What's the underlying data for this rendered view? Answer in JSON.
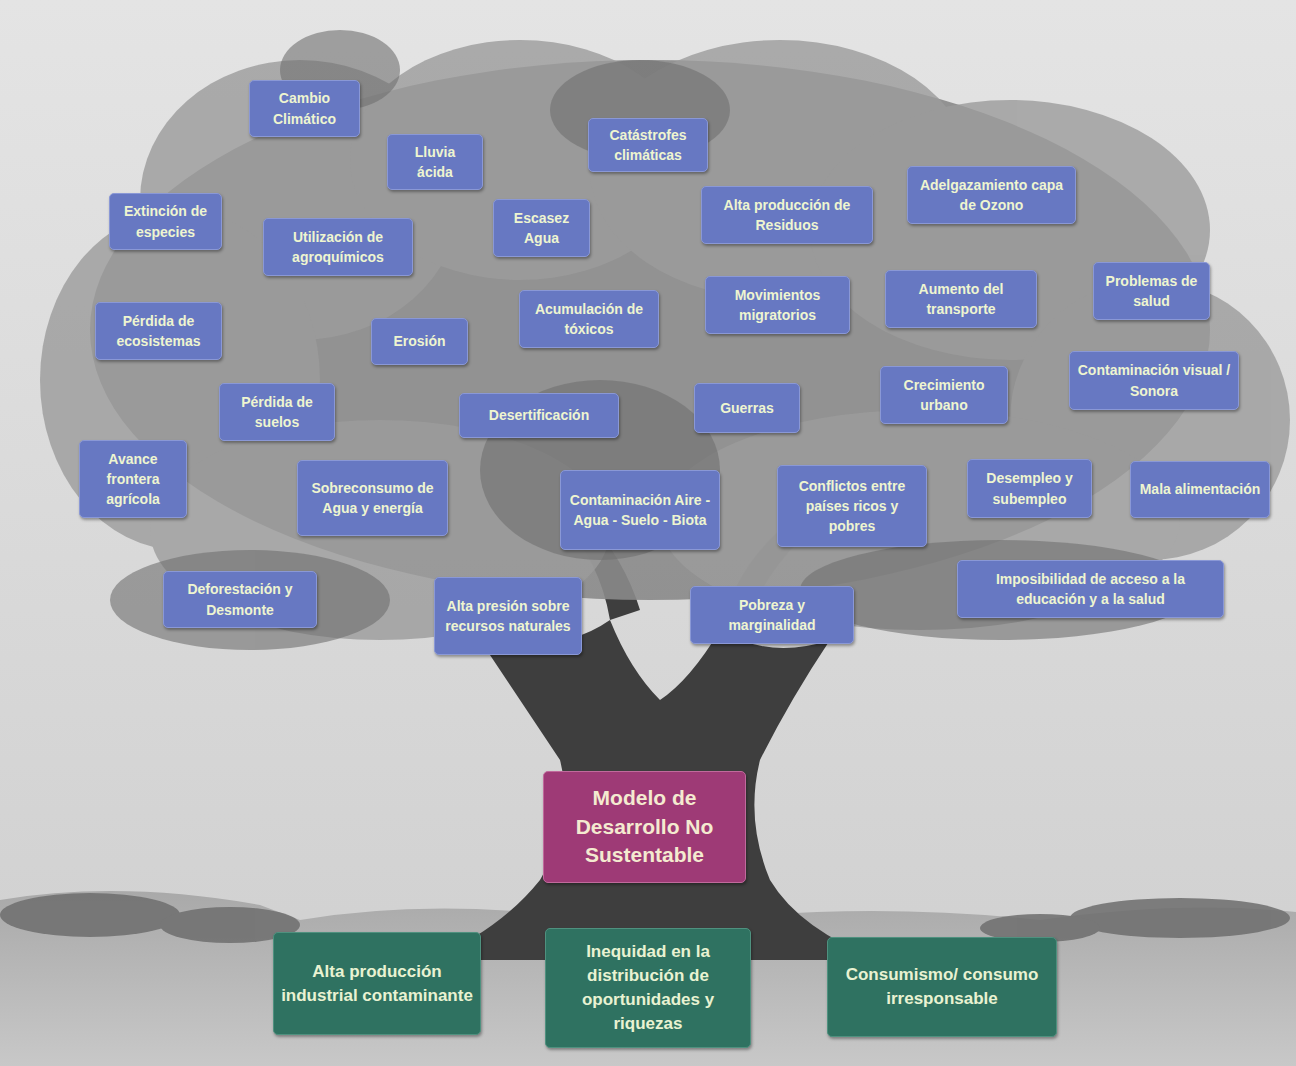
{
  "diagram": {
    "nodes": [
      {
        "text": [
          "Cambio Climático"
        ]
      },
      {
        "text": [
          "Lluvia ácida"
        ]
      },
      {
        "text": [
          "Catástrofes climáticas"
        ]
      },
      {
        "text": [
          "Adelgazamiento capa de Ozono"
        ]
      },
      {
        "text": [
          "Extinción de especies"
        ]
      },
      {
        "text": [
          "Utilización de agroquímicos"
        ]
      },
      {
        "text": [
          "Escasez Agua"
        ]
      },
      {
        "text": [
          "Alta producción de Residuos"
        ]
      },
      {
        "text": [
          "Problemas de salud"
        ]
      },
      {
        "text": [
          "Pérdida de ecosistemas"
        ]
      },
      {
        "text": [
          "Erosión"
        ]
      },
      {
        "text": [
          "Acumulación de tóxicos"
        ]
      },
      {
        "text": [
          "Movimientos migratorios"
        ]
      },
      {
        "text": [
          "Aumento del transporte"
        ]
      },
      {
        "text": [
          "Contaminación visual / Sonora"
        ]
      },
      {
        "text": [
          "Pérdida de suelos"
        ]
      },
      {
        "text": [
          "Desertificación"
        ]
      },
      {
        "text": [
          "Guerras"
        ]
      },
      {
        "text": [
          "Crecimiento urbano"
        ]
      },
      {
        "text": [
          "Avance frontera agrícola"
        ]
      },
      {
        "text": [
          "Sobreconsumo de Agua y energía"
        ]
      },
      {
        "text": [
          "Contaminación Aire - Agua - Suelo - Biota"
        ]
      },
      {
        "text": [
          "Conflictos entre países ricos y pobres"
        ]
      },
      {
        "text": [
          "Desempleo y subempleo"
        ]
      },
      {
        "text": [
          "Mala alimentación"
        ]
      },
      {
        "text": [
          "Deforestación y Desmonte"
        ]
      },
      {
        "text": [
          "Alta presión sobre recursos naturales"
        ]
      },
      {
        "text": [
          "Pobreza y marginalidad"
        ]
      },
      {
        "text": [
          "Imposibilidad de acceso a la educación y a la salud"
        ]
      },
      {
        "text": [
          "Modelo de Desarrollo No Sustentable"
        ]
      },
      {
        "text": [
          "Alta producción industrial contaminante"
        ]
      },
      {
        "text": [
          "Inequidad en la distribución de oportunidades y riquezas"
        ]
      },
      {
        "text": [
          "Consumismo/ consumo irresponsable"
        ]
      }
    ]
  }
}
